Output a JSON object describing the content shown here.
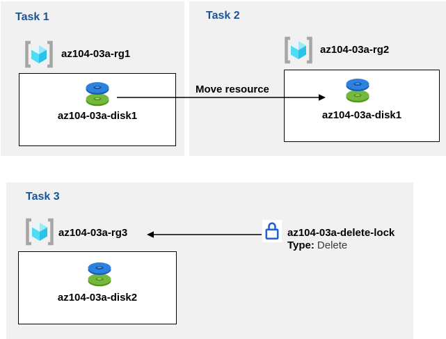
{
  "tasks": [
    {
      "title": "Task 1",
      "resource_group": "az104-03a-rg1",
      "resource": "az104-03a-disk1"
    },
    {
      "title": "Task 2",
      "resource_group": "az104-03a-rg2",
      "resource": "az104-03a-disk1"
    },
    {
      "title": "Task 3",
      "resource_group": "az104-03a-rg3",
      "resource": "az104-03a-disk2"
    }
  ],
  "arrows": [
    {
      "label": "Move resource",
      "from": "az104-03a-disk1 (az104-03a-rg1)",
      "to": "az104-03a-rg2",
      "direction": "right"
    },
    {
      "label": "",
      "from": "az104-03a-delete-lock",
      "to": "az104-03a-rg3",
      "direction": "left"
    }
  ],
  "lock": {
    "name": "az104-03a-delete-lock",
    "type_label": "Type:",
    "type_value": "Delete"
  },
  "icons": {
    "resource_group": "resource-group-icon",
    "disk": "disk-icon",
    "lock": "lock-icon"
  },
  "colors": {
    "panel_bg": "#f1f1f1",
    "heading_blue": "#1a5493",
    "box_border": "#000000",
    "arrow": "#000000",
    "bracket_gray": "#a6a6a6",
    "cube_cyan_light": "#dff7fd",
    "cube_cyan": "#4fdcf7",
    "cube_cyan_dark": "#2bc2ea",
    "disk_blue_top": "#2e81dd",
    "disk_blue_side": "#1660b8",
    "disk_blue_hole": "#0c4d9c",
    "disk_green_top": "#74b83c",
    "disk_green_side": "#55971e",
    "disk_green_hole": "#4e8c1a",
    "lock_blue": "#2463cc"
  }
}
